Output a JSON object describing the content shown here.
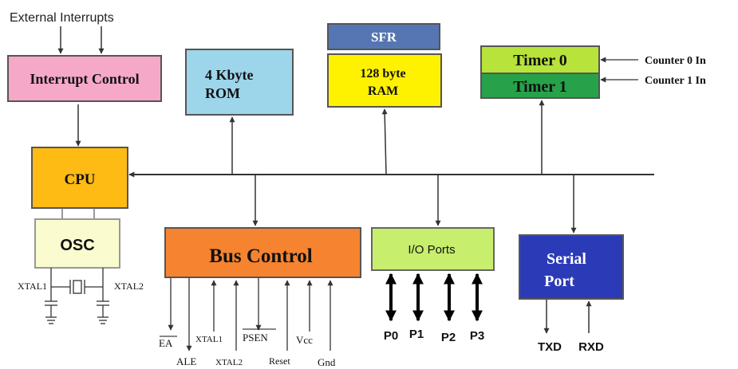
{
  "labels": {
    "external_interrupts": "External  Interrupts",
    "interrupt_control": "Interrupt Control",
    "rom_line1": "4 Kbyte",
    "rom_line2": "ROM",
    "sfr": "SFR",
    "ram_line1": "128 byte",
    "ram_line2": "RAM",
    "timer0": "Timer 0",
    "timer1": "Timer 1",
    "counter0_in": "Counter 0 In",
    "counter1_in": "Counter 1 In",
    "cpu": "CPU",
    "osc": "OSC",
    "xtal1_osc": "XTAL1",
    "xtal2_osc": "XTAL2",
    "bus_control": "Bus Control",
    "io_ports": "I/O Ports",
    "serial_line1": "Serial",
    "serial_line2": "Port",
    "pin_ea": "EA",
    "pin_ale": "ALE",
    "pin_xtal1": "XTAL1",
    "pin_xtal2": "XTAL2",
    "pin_psen": "PSEN",
    "pin_reset": "Reset",
    "pin_vcc": "Vcc",
    "pin_gnd": "Gnd",
    "port_p0": "P0",
    "port_p1": "P1",
    "port_p2": "P2",
    "port_p3": "P3",
    "txd": "TXD",
    "rxd": "RXD"
  },
  "colors": {
    "interrupt_control": "#f6a8c8",
    "rom": "#9dd5ea",
    "sfr": "#5576b2",
    "ram": "#fff200",
    "timer0": "#b7e33a",
    "timer1": "#27a24a",
    "cpu": "#fdbb13",
    "osc": "#fbfbd0",
    "bus_control": "#f6832f",
    "io_ports": "#c7ee6d",
    "serial_port": "#2b3bb8",
    "lines": "#333333"
  }
}
